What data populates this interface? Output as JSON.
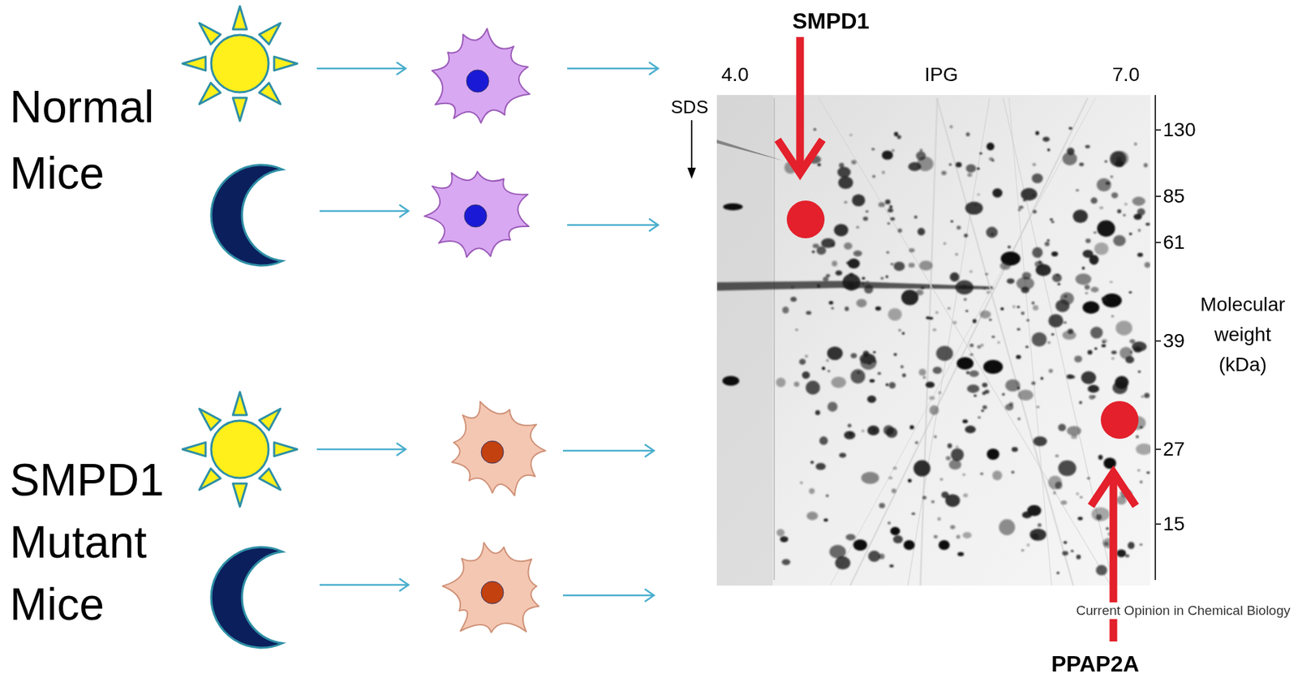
{
  "diagram": {
    "labels": [
      "Normal Mice",
      "SMPD1 Mutant Mice",
      "SMPD1",
      "4.0",
      "IPG",
      "7.0",
      "SDS",
      "130",
      "85",
      "61",
      "39",
      "27",
      "15",
      "Molecular weight (kDa)",
      "Current Opinion in Chemical Biology",
      "PPAP2A"
    ]
  }
}
